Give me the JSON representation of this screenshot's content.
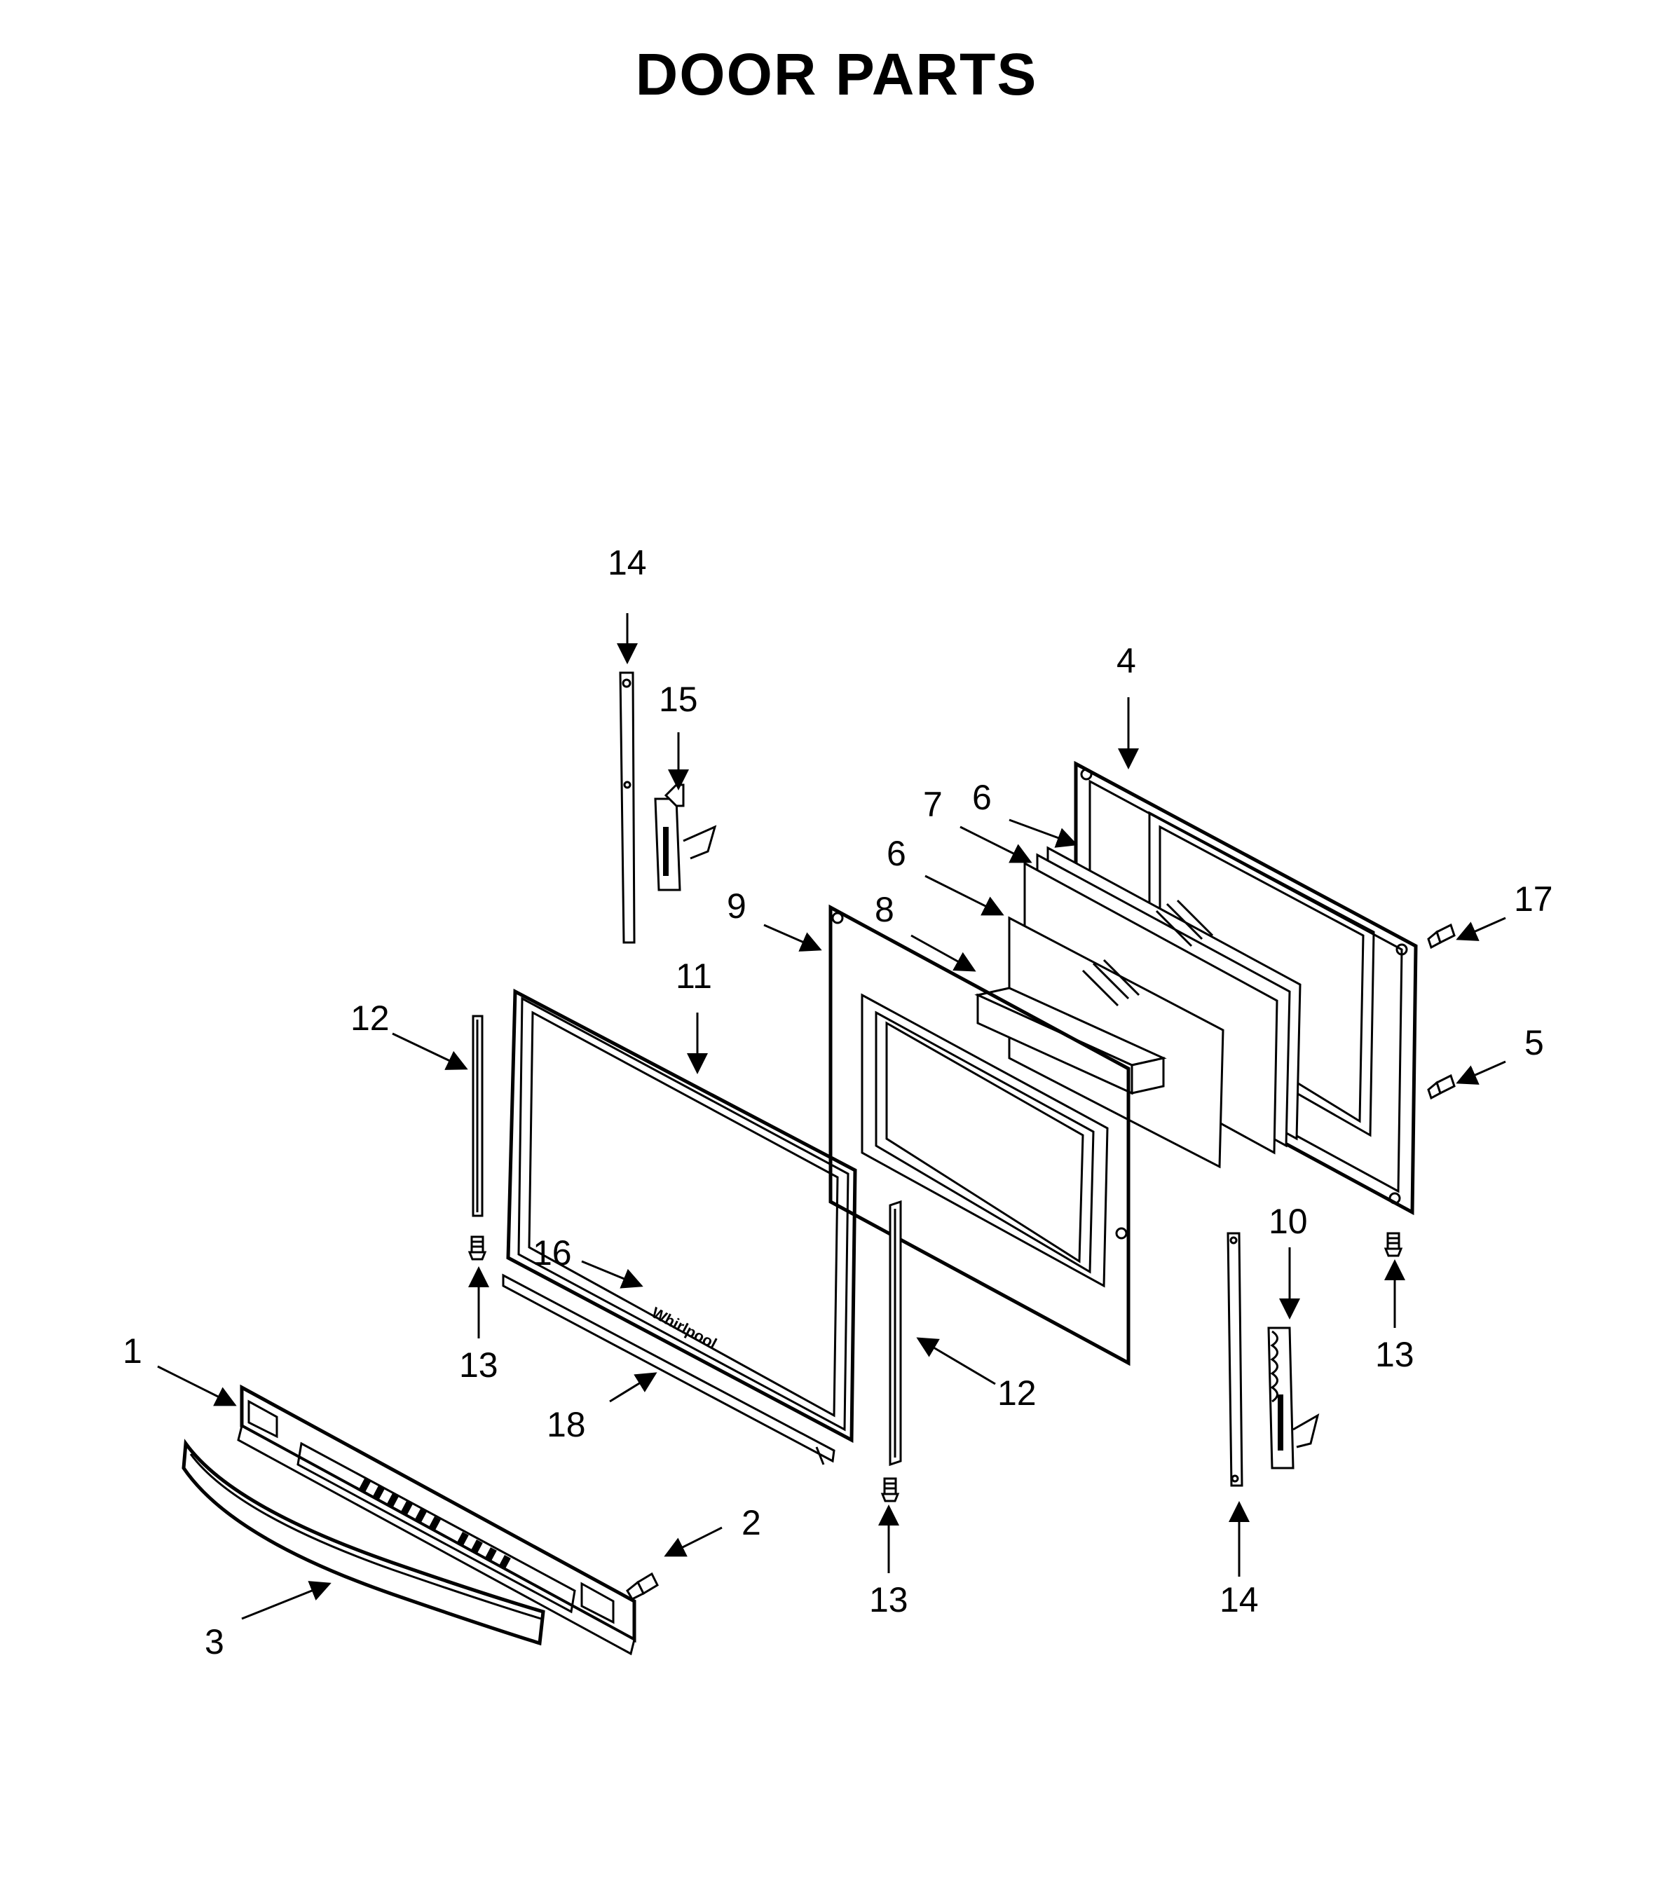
{
  "title": "DOOR PARTS",
  "callouts": {
    "c1": "1",
    "c2": "2",
    "c3": "3",
    "c4": "4",
    "c5": "5",
    "c6a": "6",
    "c6b": "6",
    "c7": "7",
    "c8": "8",
    "c9": "9",
    "c10": "10",
    "c11": "11",
    "c12a": "12",
    "c12b": "12",
    "c13a": "13",
    "c13b": "13",
    "c13c": "13",
    "c14a": "14",
    "c14b": "14",
    "c15": "15",
    "c16": "16",
    "c17": "17",
    "c18": "18"
  },
  "brand_logo_text": "Whirlpool"
}
